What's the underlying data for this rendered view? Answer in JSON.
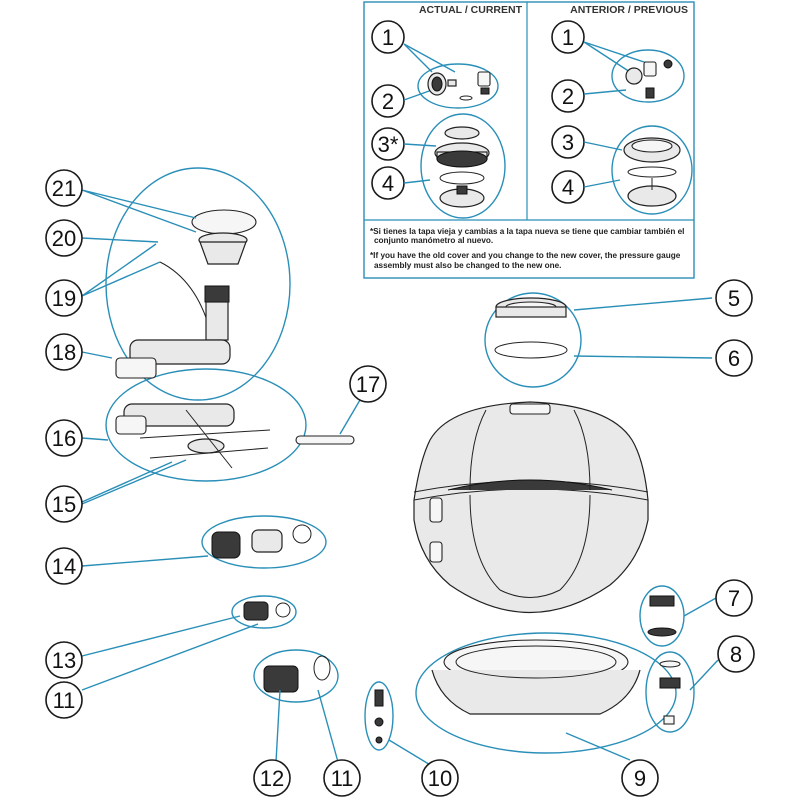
{
  "comparison_box": {
    "header_current": "ACTUAL / CURRENT",
    "header_previous": "ANTERIOR / PREVIOUS",
    "note_es_line1": "*Si tienes la tapa vieja y cambias a la tapa nueva se tiene que cambiar también el",
    "note_es_line2": "conjunto manómetro al nuevo.",
    "note_en_line1": "*If you have the old cover and you change to the new cover, the pressure gauge",
    "note_en_line2": "assembly must also be changed to the new one.",
    "current_callouts": [
      "1",
      "2",
      "3*",
      "4"
    ],
    "previous_callouts": [
      "1",
      "2",
      "3",
      "4"
    ]
  },
  "callouts": {
    "c5": "5",
    "c6": "6",
    "c7": "7",
    "c8": "8",
    "c9": "9",
    "c10": "10",
    "c11a": "11",
    "c11b": "11",
    "c12": "12",
    "c13": "13",
    "c14": "14",
    "c15": "15",
    "c16": "16",
    "c17": "17",
    "c18": "18",
    "c19": "19",
    "c20": "20",
    "c21": "21"
  },
  "colors": {
    "leader": "#2a8fb8",
    "outline": "#1a1a1a",
    "box_border": "#2a8fb8"
  }
}
